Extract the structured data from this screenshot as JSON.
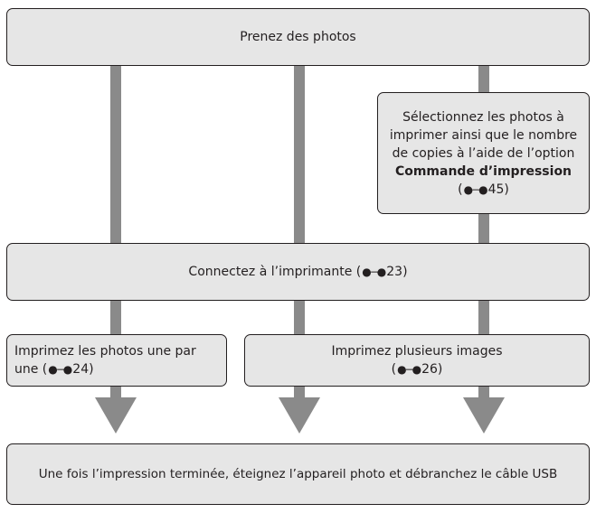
{
  "steps": {
    "take_photos": "Prenez des photos",
    "select_photos": {
      "line1": "Sélectionnez les photos à",
      "line2": "imprimer ainsi que le nombre",
      "line3": "de copies à l’aide de l’option",
      "option_bold": "Commande d’impression",
      "ref_page": "45"
    },
    "connect": {
      "text": "Connectez à l’imprimante",
      "ref_page": "23"
    },
    "print_one": {
      "line1": "Imprimez les photos une par",
      "line2_prefix": "une",
      "ref_page": "24"
    },
    "print_multi": {
      "line1": "Imprimez plusieurs images",
      "ref_page": "26"
    },
    "finish": "Une fois l’impression terminée, éteignez l’appareil photo et débranchez le câble USB"
  },
  "icons": {
    "reference": "binoculars-reference-icon"
  },
  "colors": {
    "box_fill": "#e6e6e6",
    "connector": "#8a8a8a",
    "border": "#231f20"
  }
}
